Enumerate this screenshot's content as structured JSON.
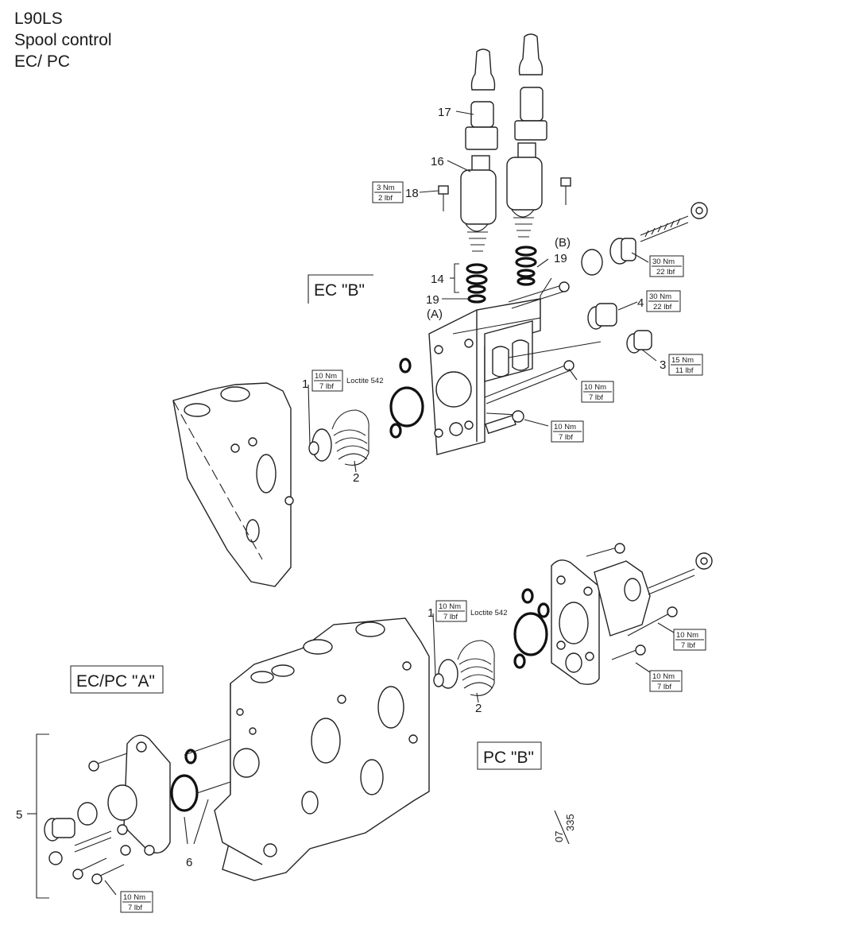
{
  "title": {
    "model": "L90LS",
    "subject": "Spool control",
    "variant": "EC/ PC"
  },
  "section_labels": {
    "ec_b": "EC \"B\"",
    "ecpc_a": "EC/PC \"A\"",
    "pc_b": "PC \"B\""
  },
  "callouts": {
    "c1_top": "1",
    "c2_top": "2",
    "c3": "3",
    "c4": "4",
    "c14": "14",
    "c16": "16",
    "c17": "17",
    "c18": "18",
    "c19_left": "19",
    "c19_right": "19",
    "c1_bottom": "1",
    "c2_bottom": "2",
    "c5": "5",
    "c6": "6",
    "port_a": "(A)",
    "port_b": "(B)"
  },
  "torques": {
    "t18": [
      "3 Nm",
      "2 lbf"
    ],
    "t1_top": [
      "10 Nm",
      "7 lbf"
    ],
    "t_plug_top": [
      "30 Nm",
      "22 lbf"
    ],
    "t4": [
      "30 Nm",
      "22 lbf"
    ],
    "t3": [
      "15 Nm",
      "11 lbf"
    ],
    "t_bolt_mid": [
      "10 Nm",
      "7 lbf"
    ],
    "t_bolt_low": [
      "10 Nm",
      "7 lbf"
    ],
    "t1_bottom": [
      "10 Nm",
      "7 lbf"
    ],
    "t_pc_1": [
      "10 Nm",
      "7 lbf"
    ],
    "t_pc_2": [
      "10 Nm",
      "7 lbf"
    ],
    "t5": [
      "10 Nm",
      "7 lbf"
    ]
  },
  "loctite": {
    "top": "Loctite 542",
    "bottom": "Loctite 542"
  },
  "figure_ref": {
    "top": "07",
    "bottom": "335"
  }
}
